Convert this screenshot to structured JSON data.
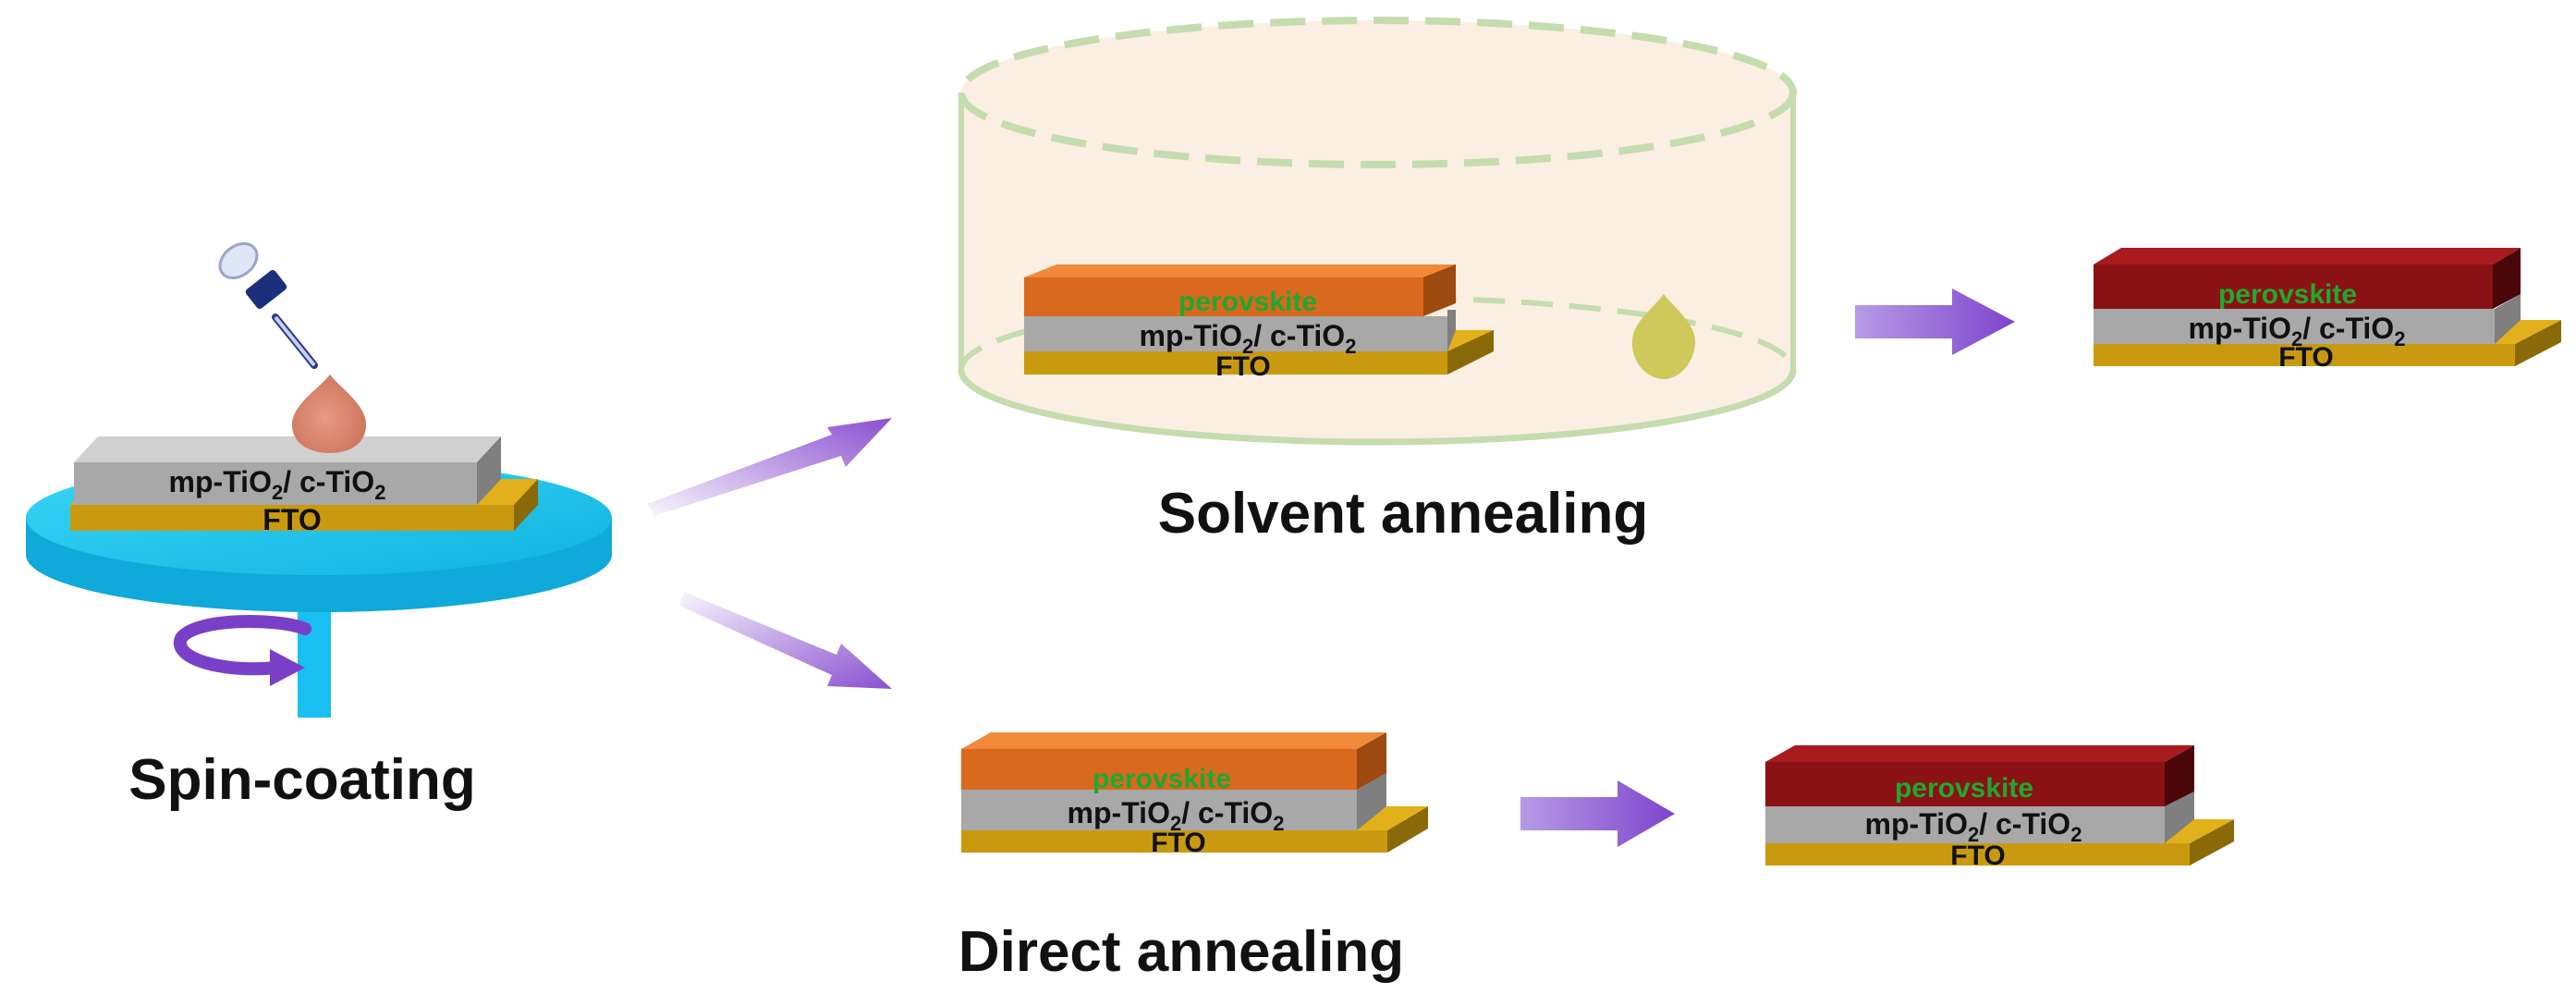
{
  "captions": {
    "spin_coating": "Spin-coating",
    "solvent_annealing": "Solvent  annealing",
    "direct_annealing": "Direct  annealing"
  },
  "layers": {
    "perovskite": "perovskite",
    "mp_prefix": "mp-TiO",
    "sub2": "2",
    "mp_mid": "/ c-TiO",
    "fto": "FTO"
  },
  "colors": {
    "perovskite_fresh": "#d9691f",
    "perovskite_annealed": "#8b1214",
    "perovskite_label": "#1fa830",
    "tio2": "#a8a8a8",
    "fto": "#c99a10",
    "spin_disk": "#1ec8f0",
    "arrow": "#8a4fd0",
    "container_fill": "#fbeee3",
    "container_edge": "#c5dcae",
    "droplet_precursor": "#d9846e",
    "droplet_solvent": "#cfc85a"
  }
}
